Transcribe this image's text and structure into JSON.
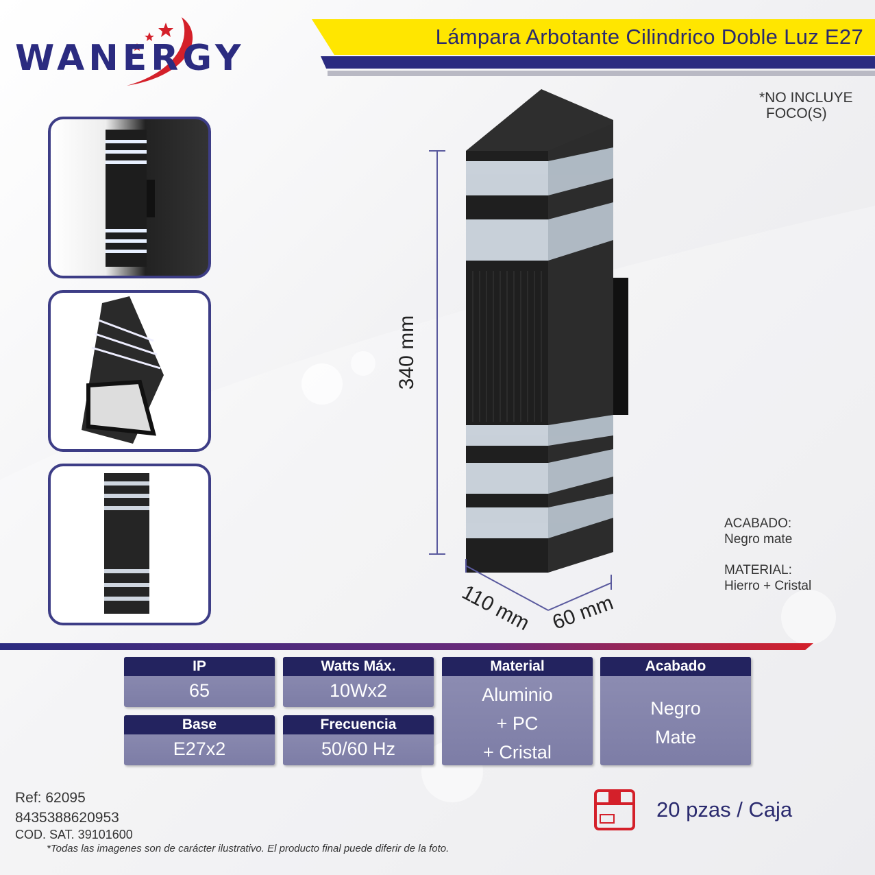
{
  "brand": {
    "name": "WANERGY"
  },
  "header": {
    "title": "Lámpara Arbotante Cilindrico Doble Luz E27"
  },
  "note": {
    "line1": "*NO INCLUYE",
    "line2": "FOCO(S)"
  },
  "dimensions": {
    "height": "340 mm",
    "width": "110 mm",
    "depth": "60 mm"
  },
  "finish": {
    "label": "ACABADO:",
    "value": "Negro mate"
  },
  "material": {
    "label": "MATERIAL:",
    "value": "Hierro + Cristal"
  },
  "specs": {
    "ip": {
      "label": "IP",
      "value": "65"
    },
    "watts": {
      "label": "Watts Máx.",
      "value": "10Wx2"
    },
    "base": {
      "label": "Base",
      "value": "E27x2"
    },
    "frequency": {
      "label": "Frecuencia",
      "value": "50/60 Hz"
    },
    "material": {
      "label": "Material",
      "line1": "Aluminio",
      "line2": "+ PC",
      "line3": "+ Cristal"
    },
    "finish": {
      "label": "Acabado",
      "line1": "Negro",
      "line2": "Mate"
    }
  },
  "footer": {
    "ref": "Ref: 62095",
    "barcode": "8435388620953",
    "sat": "COD. SAT. 39101600",
    "disclaimer": "*Todas las imagenes son de carácter ilustrativo. El producto final puede diferir de la foto.",
    "pack": "20 pzas / Caja"
  },
  "colors": {
    "navy": "#2b2b80",
    "yellow": "#ffe600",
    "red": "#d4202a"
  },
  "icons": {
    "box": "box-icon"
  }
}
